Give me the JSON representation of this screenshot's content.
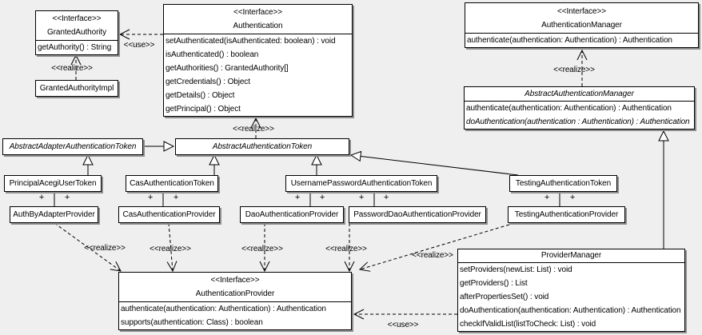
{
  "labels": {
    "use": "<<use>>",
    "realize": "<<realize>>",
    "plus": "+"
  },
  "classes": {
    "granted_authority": {
      "stereotype": "<<Interface>>",
      "name": "GrantedAuthority",
      "methods": [
        "getAuthority() : String"
      ]
    },
    "granted_authority_impl": {
      "name": "GrantedAuthorityImpl"
    },
    "authentication": {
      "stereotype": "<<Interface>>",
      "name": "Authentication",
      "methods": [
        "setAuthenticated(isAuthenticated: boolean) : void",
        "isAuthenticated() : boolean",
        "getAuthorities() : GrantedAuthority[]",
        "getCredentials() : Object",
        "getDetails() : Object",
        "getPrincipal() : Object"
      ]
    },
    "authentication_manager": {
      "stereotype": "<<Interface>>",
      "name": "AuthenticationManager",
      "methods": [
        "authenticate(authentication: Authentication) : Authentication"
      ]
    },
    "abstract_authentication_manager": {
      "name": "AbstractAuthenticationManager",
      "methods": [
        "authenticate(authentication: Authentication) : Authentication",
        "doAuthentication(authentication : Authentication) : Authentication"
      ]
    },
    "abstract_adapter_authentication_token": {
      "name": "AbstractAdapterAuthenticationToken"
    },
    "abstract_authentication_token": {
      "name": "AbstractAuthenticationToken"
    },
    "principal_acegi_user_token": {
      "name": "PrincipalAcegiUserToken"
    },
    "cas_authentication_token": {
      "name": "CasAuthenticationToken"
    },
    "username_password_authentication_token": {
      "name": "UsernamePasswordAuthenticationToken"
    },
    "testing_authentication_token": {
      "name": "TestingAuthenticationToken"
    },
    "auth_by_adapter_provider": {
      "name": "AuthByAdapterProvider"
    },
    "cas_authentication_provider": {
      "name": "CasAuthenticationProvider"
    },
    "dao_authentication_provider": {
      "name": "DaoAuthenticationProvider"
    },
    "password_dao_authentication_provider": {
      "name": "PasswordDaoAuthenticationProvider"
    },
    "testing_authentication_provider": {
      "name": "TestingAuthenticationProvider"
    },
    "authentication_provider": {
      "stereotype": "<<Interface>>",
      "name": "AuthenticationProvider",
      "methods": [
        "authenticate(authentication: Authentication) : Authentication",
        "supports(authentication: Class) : boolean"
      ]
    },
    "provider_manager": {
      "name": "ProviderManager",
      "methods": [
        "setProviders(newList: List) : void",
        "getProviders() : List",
        "afterPropertiesSet() : void",
        "doAuthentication(authentication: Authentication) : Authentication",
        "checkIfValidList(listToCheck: List) : void"
      ]
    }
  },
  "colors": {
    "background": "#efefef",
    "box_fill": "#ffffff",
    "line": "#000000",
    "shadow": "#8e8e8e"
  }
}
